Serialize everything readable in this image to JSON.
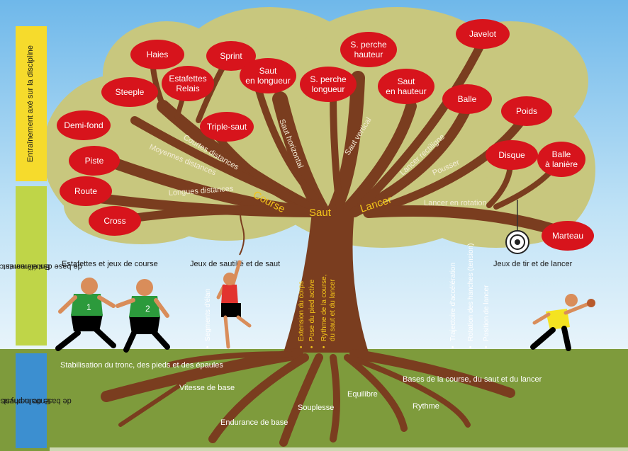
{
  "colors": {
    "sky": "#8ec9ee",
    "ground": "#7e9b3c",
    "foliage": "#c8c77e",
    "trunk": "#7a3d1f",
    "bubble": "#d7141c",
    "side_yellow": "#f6db2c",
    "side_green": "#bfd548",
    "side_blue": "#3c8fd0",
    "branch_text": "#f4ecd6",
    "category_text": "#f3c51a"
  },
  "side_labels": {
    "discipline": "Entraînement axé sur la discipline",
    "elements_line1": "Entraînement",
    "elements_line2": "de base des éléments clés",
    "physis_line1": "Entraînement",
    "physis_line2": "de base de la physis"
  },
  "disciplines": {
    "haies": "Haies",
    "sprint": "Sprint",
    "estafettes_1": "Estafettes",
    "estafettes_2": "Relais",
    "steeple": "Steeple",
    "demi_fond": "Demi-fond",
    "piste": "Piste",
    "route": "Route",
    "cross": "Cross",
    "triple_saut": "Triple-saut",
    "saut_longueur_1": "Saut",
    "saut_longueur_2": "en longueur",
    "perche_hauteur_1": "S. perche",
    "perche_hauteur_2": "hauteur",
    "perche_longueur_1": "S. perche",
    "perche_longueur_2": "longueur",
    "saut_hauteur_1": "Saut",
    "saut_hauteur_2": "en hauteur",
    "javelot": "Javelot",
    "balle": "Balle",
    "poids": "Poids",
    "disque": "Disque",
    "balle_laniere_1": "Balle",
    "balle_laniere_2": "à lanière",
    "marteau": "Marteau"
  },
  "branches": {
    "courtes": "Courtes distances",
    "moyennes": "Moyennes distances",
    "longues": "Longues distances",
    "horizontal": "Saut horizontal",
    "vertical": "Saut vertical",
    "rectiligne": "Lancer rectiligne",
    "pousser": "Pousser",
    "rotation": "Lancer en rotation"
  },
  "categories": {
    "course": "Course",
    "saut": "Saut",
    "lancer": "Lancer"
  },
  "elements": {
    "estafettes_jeux": "Estafettes et jeux de course",
    "sautille": "Jeux de sautillé et de saut",
    "tir_lancer": "Jeux de tir et de lancer",
    "segments": "Segments d'élan",
    "extension": "Extension du corps",
    "pose_pied": "Pose du pied active",
    "rythme_1": "Rythme de la course,",
    "rythme_2": "du saut et du lancer",
    "trajectoire": "Trajectoire d'accélération",
    "rotation_hanches": "Rotation des hanches (tension)",
    "position_lancer": "Position de lancer"
  },
  "roots": {
    "stabilisation": "Stabilisation du tronc, des pieds et des épaules",
    "vitesse": "Vitesse de base",
    "endurance": "Endurance de base",
    "souplesse": "Souplesse",
    "equilibre": "Equilibre",
    "bases": "Bases de la course, du saut et du lancer",
    "rythme": "Rythme"
  },
  "athletes": {
    "bib_1": "1",
    "bib_2": "2"
  }
}
